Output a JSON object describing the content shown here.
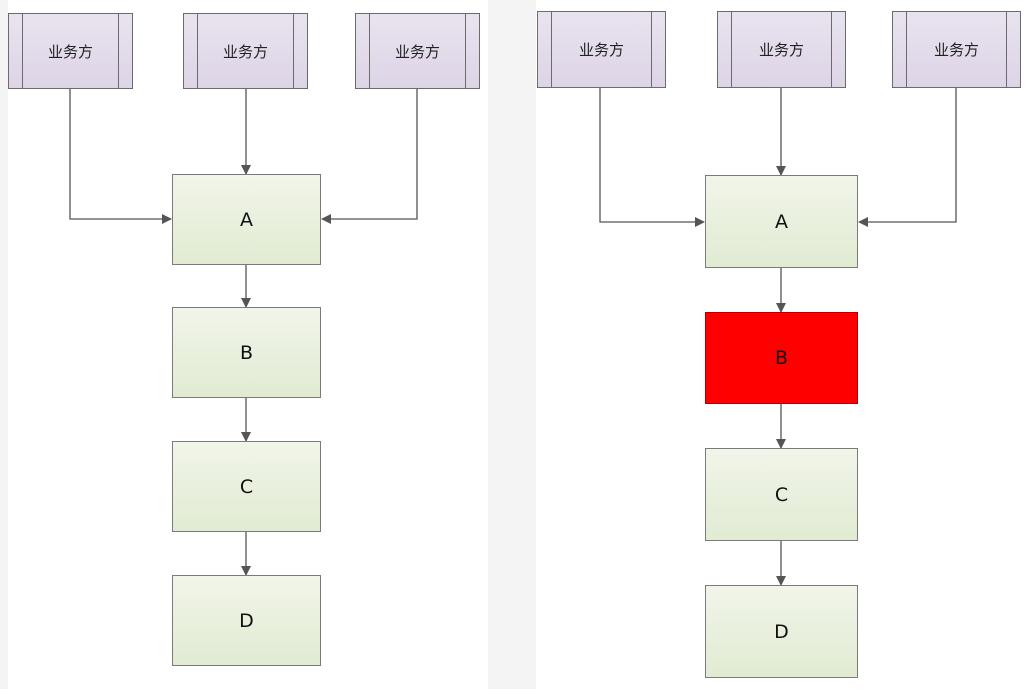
{
  "left_diagram": {
    "parties": [
      "业务方",
      "业务方",
      "业务方"
    ],
    "nodes": [
      "A",
      "B",
      "C",
      "D"
    ]
  },
  "right_diagram": {
    "parties": [
      "业务方",
      "业务方",
      "业务方"
    ],
    "nodes": [
      "A",
      "B",
      "C",
      "D"
    ],
    "highlight_color": "#ff0000"
  },
  "colors": {
    "party_fill": "#e2dae9",
    "node_fill": "#e8f0dc",
    "connector": "#555555"
  }
}
